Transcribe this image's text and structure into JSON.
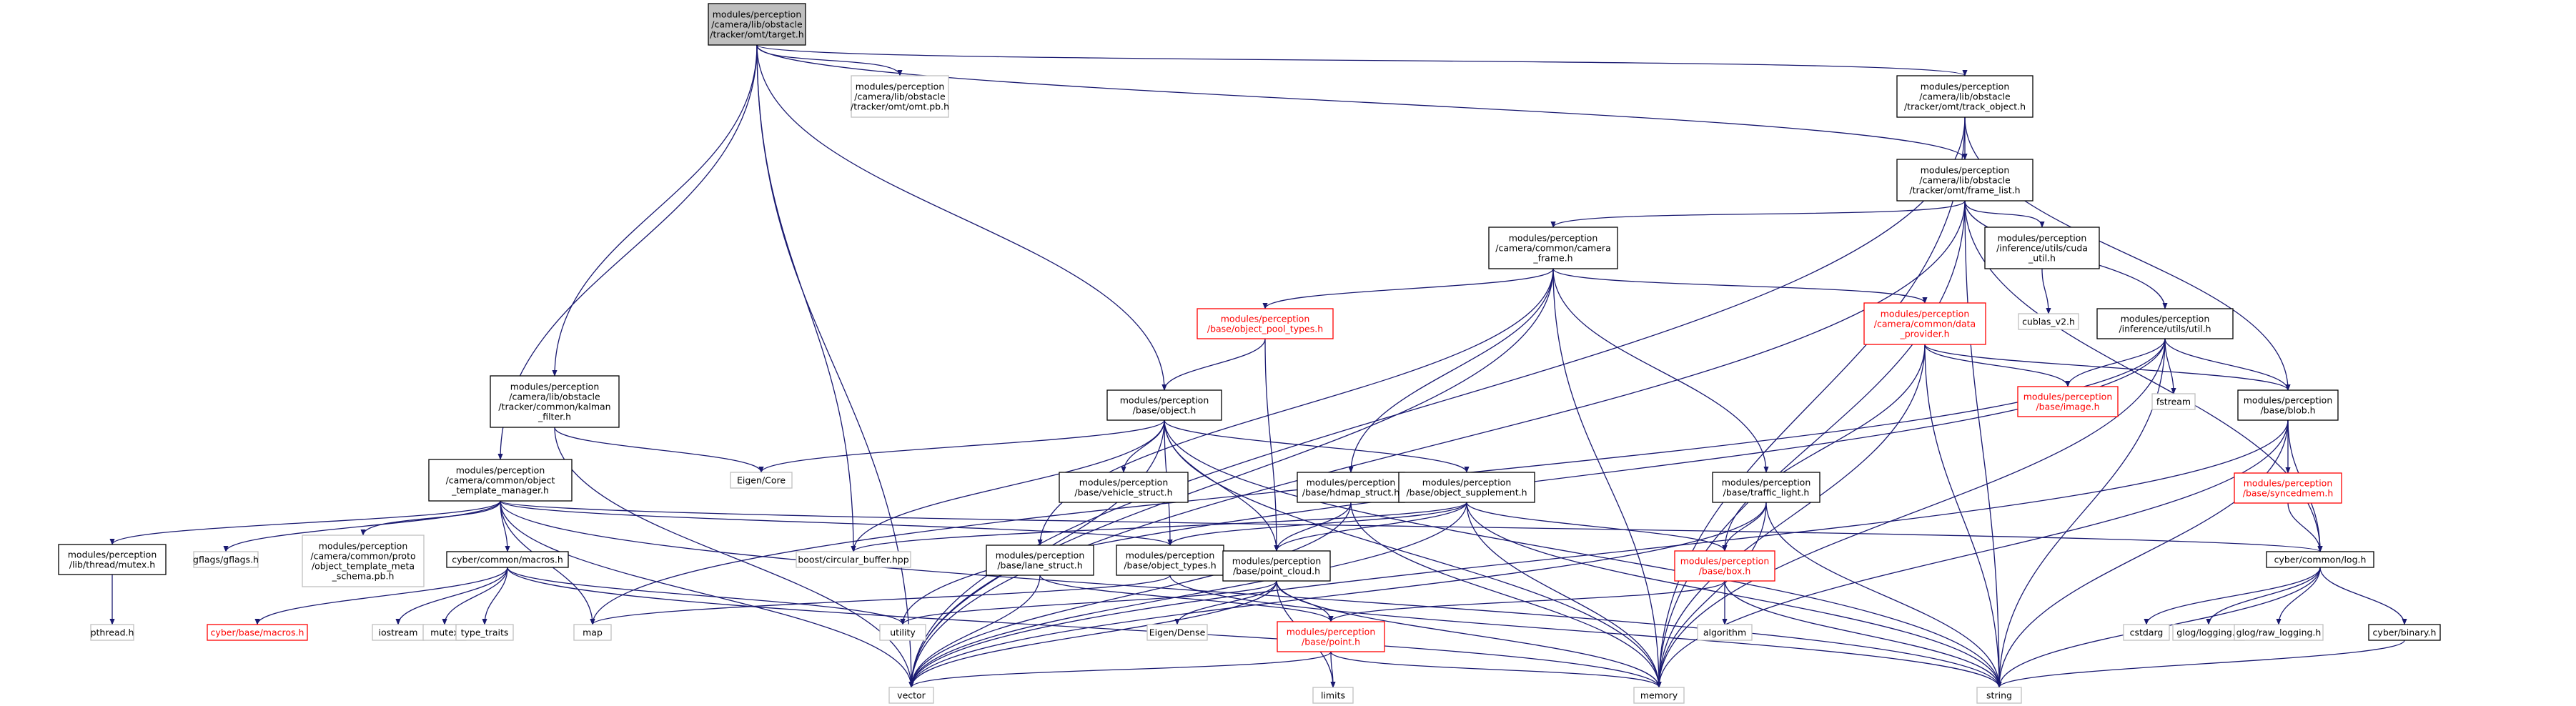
{
  "colors": {
    "edge": "#191970",
    "root_fill": "#bfbfbf",
    "documented_border": "#000000",
    "undocumented_border": "#bfbfbf",
    "truncated_border": "#ff0000",
    "truncated_text": "#ff0000",
    "text": "#000000"
  },
  "nodes": {
    "root": {
      "lines": [
        "modules/perception",
        "/camera/lib/obstacle",
        "/tracker/omt/target.h"
      ],
      "kind": "root"
    },
    "omt_pb": {
      "lines": [
        "modules/perception",
        "/camera/lib/obstacle",
        "/tracker/omt/omt.pb.h"
      ],
      "kind": "external"
    },
    "track_object": {
      "lines": [
        "modules/perception",
        "/camera/lib/obstacle",
        "/tracker/omt/track_object.h"
      ],
      "kind": "documented"
    },
    "frame_list": {
      "lines": [
        "modules/perception",
        "/camera/lib/obstacle",
        "/tracker/omt/frame_list.h"
      ],
      "kind": "documented"
    },
    "camera_frame": {
      "lines": [
        "modules/perception",
        "/camera/common/camera",
        "_frame.h"
      ],
      "kind": "documented"
    },
    "cuda_util": {
      "lines": [
        "modules/perception",
        "/inference/utils/cuda",
        "_util.h"
      ],
      "kind": "documented"
    },
    "cublas": {
      "lines": [
        "cublas_v2.h"
      ],
      "kind": "external"
    },
    "object_pool_types": {
      "lines": [
        "modules/perception",
        "/base/object_pool_types.h"
      ],
      "kind": "truncated"
    },
    "data_provider": {
      "lines": [
        "modules/perception",
        "/camera/common/data",
        "_provider.h"
      ],
      "kind": "truncated"
    },
    "inference_util": {
      "lines": [
        "modules/perception",
        "/inference/utils/util.h"
      ],
      "kind": "documented"
    },
    "kalman": {
      "lines": [
        "modules/perception",
        "/camera/lib/obstacle",
        "/tracker/common/kalman",
        "_filter.h"
      ],
      "kind": "documented"
    },
    "base_object": {
      "lines": [
        "modules/perception",
        "/base/object.h"
      ],
      "kind": "documented"
    },
    "base_image": {
      "lines": [
        "modules/perception",
        "/base/image.h"
      ],
      "kind": "truncated"
    },
    "fstream": {
      "lines": [
        "fstream"
      ],
      "kind": "external"
    },
    "base_blob": {
      "lines": [
        "modules/perception",
        "/base/blob.h"
      ],
      "kind": "documented"
    },
    "obj_template": {
      "lines": [
        "modules/perception",
        "/camera/common/object",
        "_template_manager.h"
      ],
      "kind": "documented"
    },
    "eigen_core": {
      "lines": [
        "Eigen/Core"
      ],
      "kind": "external"
    },
    "vehicle_struct": {
      "lines": [
        "modules/perception",
        "/base/vehicle_struct.h"
      ],
      "kind": "documented"
    },
    "hdmap_struct": {
      "lines": [
        "modules/perception",
        "/base/hdmap_struct.h"
      ],
      "kind": "documented"
    },
    "object_supplement": {
      "lines": [
        "modules/perception",
        "/base/object_supplement.h"
      ],
      "kind": "documented"
    },
    "traffic_light": {
      "lines": [
        "modules/perception",
        "/base/traffic_light.h"
      ],
      "kind": "documented"
    },
    "syncedmem": {
      "lines": [
        "modules/perception",
        "/base/syncedmem.h"
      ],
      "kind": "truncated"
    },
    "thread_mutex": {
      "lines": [
        "modules/perception",
        "/lib/thread/mutex.h"
      ],
      "kind": "documented"
    },
    "gflags": {
      "lines": [
        "gflags/gflags.h"
      ],
      "kind": "external"
    },
    "template_meta_pb": {
      "lines": [
        "modules/perception",
        "/camera/common/proto",
        "/object_template_meta",
        "_schema.pb.h"
      ],
      "kind": "external"
    },
    "cyber_macros": {
      "lines": [
        "cyber/common/macros.h"
      ],
      "kind": "documented"
    },
    "circular_buffer": {
      "lines": [
        "boost/circular_buffer.hpp"
      ],
      "kind": "external"
    },
    "lane_struct": {
      "lines": [
        "modules/perception",
        "/base/lane_struct.h"
      ],
      "kind": "documented"
    },
    "object_types": {
      "lines": [
        "modules/perception",
        "/base/object_types.h"
      ],
      "kind": "documented"
    },
    "point_cloud": {
      "lines": [
        "modules/perception",
        "/base/point_cloud.h"
      ],
      "kind": "documented"
    },
    "base_box": {
      "lines": [
        "modules/perception",
        "/base/box.h"
      ],
      "kind": "truncated"
    },
    "cyber_log": {
      "lines": [
        "cyber/common/log.h"
      ],
      "kind": "documented"
    },
    "pthread": {
      "lines": [
        "pthread.h"
      ],
      "kind": "external"
    },
    "cyber_base_macros": {
      "lines": [
        "cyber/base/macros.h"
      ],
      "kind": "truncated"
    },
    "iostream": {
      "lines": [
        "iostream"
      ],
      "kind": "external"
    },
    "mutex": {
      "lines": [
        "mutex"
      ],
      "kind": "external"
    },
    "type_traits": {
      "lines": [
        "type_traits"
      ],
      "kind": "external"
    },
    "map": {
      "lines": [
        "map"
      ],
      "kind": "external"
    },
    "utility": {
      "lines": [
        "utility"
      ],
      "kind": "external"
    },
    "eigen_dense": {
      "lines": [
        "Eigen/Dense"
      ],
      "kind": "external"
    },
    "base_point": {
      "lines": [
        "modules/perception",
        "/base/point.h"
      ],
      "kind": "truncated"
    },
    "algorithm": {
      "lines": [
        "algorithm"
      ],
      "kind": "external"
    },
    "cstdarg": {
      "lines": [
        "cstdarg"
      ],
      "kind": "external"
    },
    "glog_logging": {
      "lines": [
        "glog/logging.h"
      ],
      "kind": "external"
    },
    "glog_raw": {
      "lines": [
        "glog/raw_logging.h"
      ],
      "kind": "external"
    },
    "cyber_binary": {
      "lines": [
        "cyber/binary.h"
      ],
      "kind": "documented"
    },
    "vector": {
      "lines": [
        "vector"
      ],
      "kind": "external"
    },
    "limits": {
      "lines": [
        "limits"
      ],
      "kind": "external"
    },
    "memory": {
      "lines": [
        "memory"
      ],
      "kind": "external"
    },
    "string": {
      "lines": [
        "string"
      ],
      "kind": "external"
    }
  },
  "edges": [
    [
      "root",
      "omt_pb"
    ],
    [
      "root",
      "track_object"
    ],
    [
      "root",
      "frame_list"
    ],
    [
      "root",
      "kalman"
    ],
    [
      "root",
      "base_object"
    ],
    [
      "root",
      "obj_template"
    ],
    [
      "root",
      "circular_buffer"
    ],
    [
      "root",
      "vector"
    ],
    [
      "track_object",
      "frame_list"
    ],
    [
      "track_object",
      "base_blob"
    ],
    [
      "track_object",
      "vector"
    ],
    [
      "track_object",
      "memory"
    ],
    [
      "frame_list",
      "camera_frame"
    ],
    [
      "frame_list",
      "cuda_util"
    ],
    [
      "frame_list",
      "inference_util"
    ],
    [
      "frame_list",
      "cyber_log"
    ],
    [
      "frame_list",
      "vector"
    ],
    [
      "frame_list",
      "memory"
    ],
    [
      "frame_list",
      "string"
    ],
    [
      "camera_frame",
      "object_pool_types"
    ],
    [
      "camera_frame",
      "data_provider"
    ],
    [
      "camera_frame",
      "hdmap_struct"
    ],
    [
      "camera_frame",
      "traffic_light"
    ],
    [
      "camera_frame",
      "lane_struct"
    ],
    [
      "camera_frame",
      "vector"
    ],
    [
      "camera_frame",
      "memory"
    ],
    [
      "cuda_util",
      "cublas"
    ],
    [
      "object_pool_types",
      "base_object"
    ],
    [
      "object_pool_types",
      "point_cloud"
    ],
    [
      "data_provider",
      "base_blob"
    ],
    [
      "data_provider",
      "base_image"
    ],
    [
      "data_provider",
      "base_box"
    ],
    [
      "data_provider",
      "memory"
    ],
    [
      "data_provider",
      "string"
    ],
    [
      "inference_util",
      "base_blob"
    ],
    [
      "inference_util",
      "base_image"
    ],
    [
      "inference_util",
      "fstream"
    ],
    [
      "inference_util",
      "map"
    ],
    [
      "inference_util",
      "utility"
    ],
    [
      "inference_util",
      "memory"
    ],
    [
      "inference_util",
      "string"
    ],
    [
      "kalman",
      "eigen_core"
    ],
    [
      "kalman",
      "vector"
    ],
    [
      "base_object",
      "eigen_core"
    ],
    [
      "base_object",
      "vehicle_struct"
    ],
    [
      "base_object",
      "object_supplement"
    ],
    [
      "base_object",
      "object_types"
    ],
    [
      "base_object",
      "point_cloud"
    ],
    [
      "base_object",
      "circular_buffer"
    ],
    [
      "base_object",
      "vector"
    ],
    [
      "base_object",
      "memory"
    ],
    [
      "base_object",
      "string"
    ],
    [
      "base_blob",
      "syncedmem"
    ],
    [
      "base_blob",
      "cyber_log"
    ],
    [
      "base_blob",
      "vector"
    ],
    [
      "base_blob",
      "memory"
    ],
    [
      "base_blob",
      "string"
    ],
    [
      "obj_template",
      "thread_mutex"
    ],
    [
      "obj_template",
      "gflags"
    ],
    [
      "obj_template",
      "template_meta_pb"
    ],
    [
      "obj_template",
      "cyber_macros"
    ],
    [
      "obj_template",
      "object_types"
    ],
    [
      "obj_template",
      "cyber_log"
    ],
    [
      "obj_template",
      "map"
    ],
    [
      "obj_template",
      "vector"
    ],
    [
      "obj_template",
      "string"
    ],
    [
      "hdmap_struct",
      "point_cloud"
    ],
    [
      "hdmap_struct",
      "vector"
    ],
    [
      "hdmap_struct",
      "memory"
    ],
    [
      "object_supplement",
      "object_types"
    ],
    [
      "object_supplement",
      "point_cloud"
    ],
    [
      "object_supplement",
      "base_box"
    ],
    [
      "object_supplement",
      "circular_buffer"
    ],
    [
      "object_supplement",
      "vector"
    ],
    [
      "object_supplement",
      "memory"
    ],
    [
      "object_supplement",
      "string"
    ],
    [
      "traffic_light",
      "base_box"
    ],
    [
      "traffic_light",
      "vector"
    ],
    [
      "traffic_light",
      "memory"
    ],
    [
      "traffic_light",
      "string"
    ],
    [
      "syncedmem",
      "cyber_log"
    ],
    [
      "thread_mutex",
      "pthread"
    ],
    [
      "cyber_macros",
      "cyber_base_macros"
    ],
    [
      "cyber_macros",
      "iostream"
    ],
    [
      "cyber_macros",
      "mutex"
    ],
    [
      "cyber_macros",
      "type_traits"
    ],
    [
      "cyber_macros",
      "utility"
    ],
    [
      "cyber_macros",
      "memory"
    ],
    [
      "lane_struct",
      "base_point"
    ],
    [
      "lane_struct",
      "vector"
    ],
    [
      "object_types",
      "map"
    ],
    [
      "object_types",
      "string"
    ],
    [
      "point_cloud",
      "base_point"
    ],
    [
      "point_cloud",
      "utility"
    ],
    [
      "point_cloud",
      "eigen_dense"
    ],
    [
      "point_cloud",
      "limits"
    ],
    [
      "point_cloud",
      "vector"
    ],
    [
      "point_cloud",
      "memory"
    ],
    [
      "base_box",
      "base_point"
    ],
    [
      "base_box",
      "algorithm"
    ],
    [
      "base_box",
      "string"
    ],
    [
      "cyber_log",
      "cstdarg"
    ],
    [
      "cyber_log",
      "glog_logging"
    ],
    [
      "cyber_log",
      "glog_raw"
    ],
    [
      "cyber_log",
      "cyber_binary"
    ],
    [
      "cyber_log",
      "string"
    ],
    [
      "cyber_binary",
      "string"
    ],
    [
      "base_point",
      "vector"
    ],
    [
      "base_point",
      "limits"
    ],
    [
      "base_point",
      "memory"
    ]
  ]
}
